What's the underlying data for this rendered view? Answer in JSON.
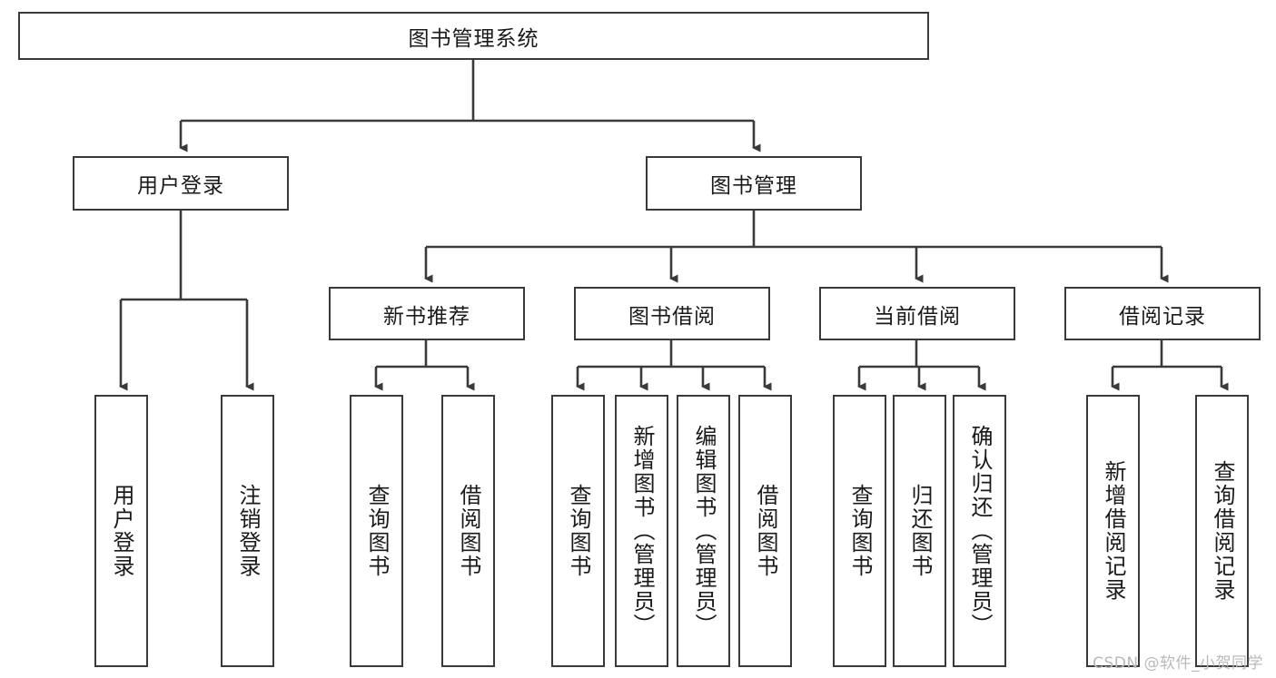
{
  "diagram": {
    "title": "图书管理系统",
    "type": "tree-hierarchy-diagram",
    "colors": {
      "box_border": "#3a3a3a",
      "box_fill": "#ffffff",
      "connector": "#3a3a3a",
      "text": "#1a1a1a",
      "watermark": "#b9b9b9",
      "background": "#ffffff"
    },
    "root": {
      "label": "图书管理系统"
    },
    "level2": [
      {
        "label": "用户登录"
      },
      {
        "label": "图书管理"
      }
    ],
    "level3": [
      {
        "label": "新书推荐"
      },
      {
        "label": "图书借阅"
      },
      {
        "label": "当前借阅"
      },
      {
        "label": "借阅记录"
      }
    ],
    "leaves_user_login": [
      {
        "label": "用户登录"
      },
      {
        "label": "注销登录"
      }
    ],
    "leaves_new_book": [
      {
        "label": "查询图书"
      },
      {
        "label": "借阅图书"
      }
    ],
    "leaves_borrow": [
      {
        "label": "查询图书"
      },
      {
        "label": "新增图书（管理员）"
      },
      {
        "label": "编辑图书（管理员）"
      },
      {
        "label": "借阅图书"
      }
    ],
    "leaves_current": [
      {
        "label": "查询图书"
      },
      {
        "label": "归还图书"
      },
      {
        "label": "确认归还（管理员）"
      }
    ],
    "leaves_record": [
      {
        "label": "新增借阅记录"
      },
      {
        "label": "查询借阅记录"
      }
    ],
    "watermark": "CSDN @软件_小贺同学"
  }
}
